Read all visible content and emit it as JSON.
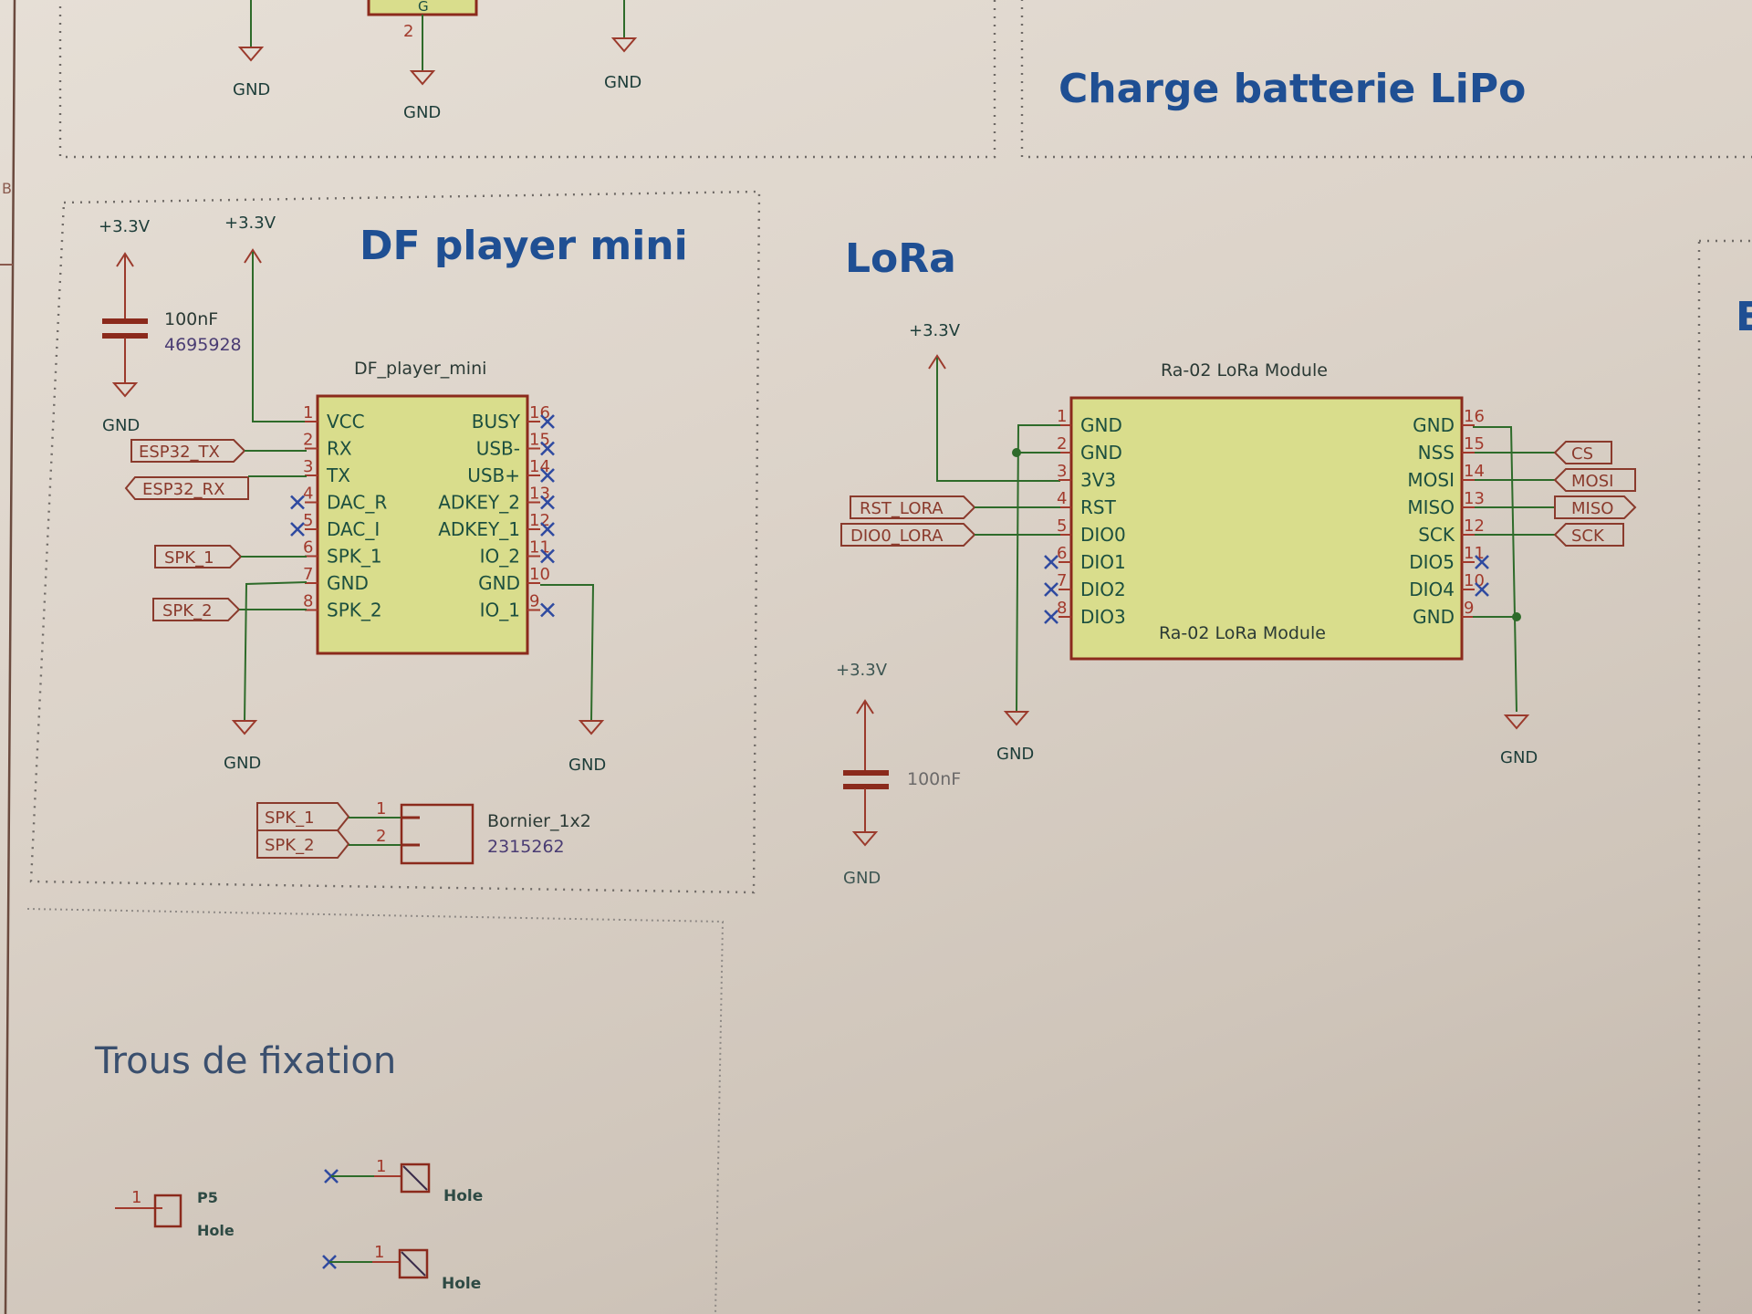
{
  "sheet": {
    "border_row_marker": "B"
  },
  "sections": {
    "top_left": {
      "gnd_labels": [
        "GND",
        "GND",
        "GND"
      ],
      "ic_partial_pin": "G",
      "pin_num": "2"
    },
    "charge": {
      "title": "Charge batterie LiPo"
    },
    "right_cut": {
      "title": "E"
    },
    "dfplayer": {
      "title": "DF player mini",
      "power_left": "+3.3V",
      "power_vcc": "+3.3V",
      "cap_value": "100nF",
      "cap_ref": "4695928",
      "cap_gnd": "GND",
      "ic_name": "DF_player_mini",
      "left_pins": [
        {
          "num": "1",
          "name": "VCC"
        },
        {
          "num": "2",
          "name": "RX"
        },
        {
          "num": "3",
          "name": "TX"
        },
        {
          "num": "4",
          "name": "DAC_R"
        },
        {
          "num": "5",
          "name": "DAC_I"
        },
        {
          "num": "6",
          "name": "SPK_1"
        },
        {
          "num": "7",
          "name": "GND"
        },
        {
          "num": "8",
          "name": "SPK_2"
        }
      ],
      "right_pins": [
        {
          "num": "16",
          "name": "BUSY"
        },
        {
          "num": "15",
          "name": "USB-"
        },
        {
          "num": "14",
          "name": "USB+"
        },
        {
          "num": "13",
          "name": "ADKEY_2"
        },
        {
          "num": "12",
          "name": "ADKEY_1"
        },
        {
          "num": "11",
          "name": "IO_2"
        },
        {
          "num": "10",
          "name": "GND"
        },
        {
          "num": "9",
          "name": "IO_1"
        }
      ],
      "net_labels": {
        "esp_tx": "ESP32_TX",
        "esp_rx": "ESP32_RX",
        "spk1": "SPK_1",
        "spk2": "SPK_2"
      },
      "gnd_left": "GND",
      "gnd_right": "GND",
      "connector": {
        "name": "Bornier_1x2",
        "ref": "2315262",
        "pins": [
          "1",
          "2"
        ],
        "labels": [
          "SPK_1",
          "SPK_2"
        ]
      }
    },
    "lora": {
      "title": "LoRa",
      "power": "+3.3V",
      "module_title": "Ra-02 LoRa Module",
      "module_inner_label": "Ra-02 LoRa Module",
      "left_pins": [
        {
          "num": "1",
          "name": "GND"
        },
        {
          "num": "2",
          "name": "GND"
        },
        {
          "num": "3",
          "name": "3V3"
        },
        {
          "num": "4",
          "name": "RST"
        },
        {
          "num": "5",
          "name": "DIO0"
        },
        {
          "num": "6",
          "name": "DIO1"
        },
        {
          "num": "7",
          "name": "DIO2"
        },
        {
          "num": "8",
          "name": "DIO3"
        }
      ],
      "right_pins": [
        {
          "num": "16",
          "name": "GND"
        },
        {
          "num": "15",
          "name": "NSS"
        },
        {
          "num": "14",
          "name": "MOSI"
        },
        {
          "num": "13",
          "name": "MISO"
        },
        {
          "num": "12",
          "name": "SCK"
        },
        {
          "num": "11",
          "name": "DIO5"
        },
        {
          "num": "10",
          "name": "DIO4"
        },
        {
          "num": "9",
          "name": "GND"
        }
      ],
      "net_labels_left": [
        "RST_LORA",
        "DIO0_LORA"
      ],
      "net_labels_right": [
        "CS",
        "MOSI",
        "MISO",
        "SCK"
      ],
      "gnd_left": "GND",
      "gnd_right": "GND",
      "decoupling": {
        "power": "+3.3V",
        "value": "100nF",
        "gnd": "GND"
      }
    },
    "holes": {
      "title": "Trous de fixation",
      "items": [
        {
          "ref": "P5",
          "value": "Hole",
          "pin": "1"
        },
        {
          "ref": "",
          "value": "Hole",
          "pin": "1"
        },
        {
          "ref": "",
          "value": "Hole",
          "pin": "1"
        }
      ]
    }
  }
}
